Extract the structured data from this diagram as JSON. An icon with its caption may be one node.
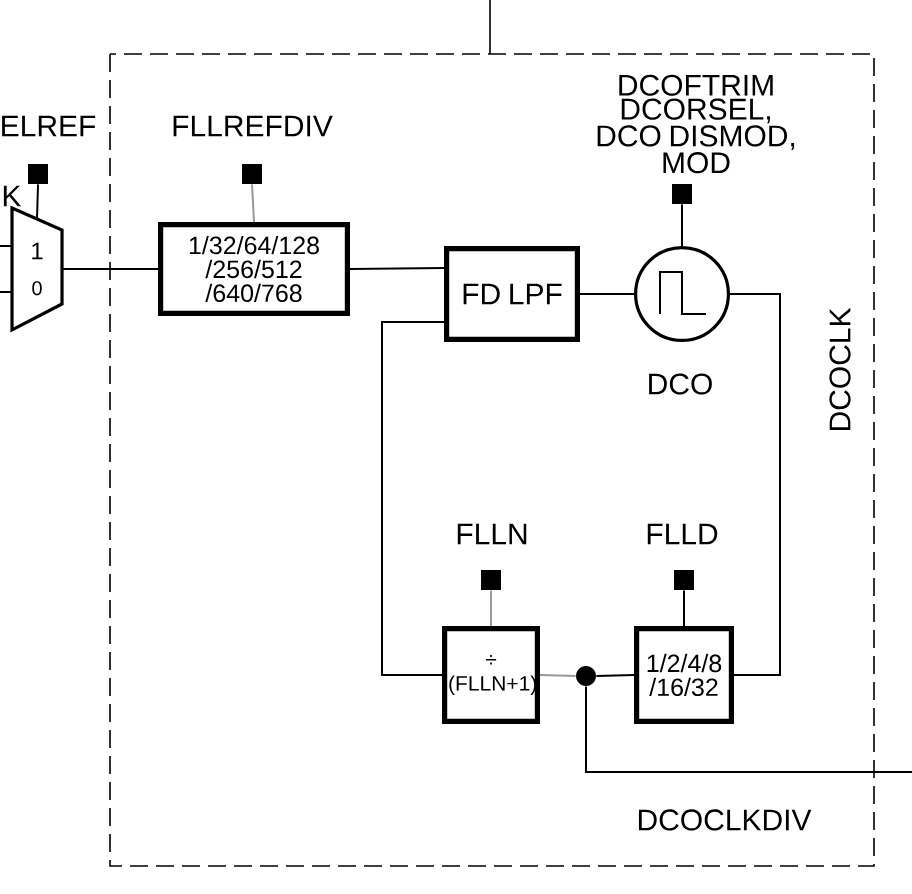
{
  "diagram": {
    "nodes": [
      {
        "text": [
          "1",
          "0"
        ]
      },
      {
        "text": [],
        "shape": "box",
        "beside": [
          "ELREF"
        ]
      },
      {
        "text": [
          "1/32/64/128 /256/512 /640/768"
        ]
      },
      {
        "text": [],
        "shape": "box",
        "beside": [
          "FLLREFDIV"
        ]
      },
      {
        "text": [
          "FD LPF"
        ]
      },
      {
        "text": [],
        "shape": "circle",
        "beside": [
          "DCO"
        ]
      },
      {
        "text": [],
        "shape": "box",
        "beside": [
          "DCOFTRIM DCORSEL, DCO DISMOD, MOD"
        ]
      },
      {
        "text": [
          "÷ (FLLN+1)"
        ]
      },
      {
        "text": [],
        "shape": "box",
        "beside": [
          "FLLN"
        ]
      },
      {
        "text": [
          "1/2/4/8 /16/32"
        ]
      },
      {
        "text": [],
        "shape": "box",
        "beside": [
          "FLLD"
        ]
      },
      {
        "text": [],
        "shape": "circle"
      }
    ],
    "edges": [
      {
        "from": null,
        "to": 0,
        "arrow": "none"
      },
      {
        "from": null,
        "to": 0,
        "arrow": "none"
      },
      {
        "from": 1,
        "to": 0,
        "arrow": "none"
      },
      {
        "from": 0,
        "to": 2,
        "arrow": "none"
      },
      {
        "from": 3,
        "to": 2,
        "arrow": "none",
        "color": "#999999"
      },
      {
        "from": 2,
        "to": 4,
        "arrow": "none"
      },
      {
        "from": 4,
        "to": 5,
        "arrow": "none"
      },
      {
        "from": 6,
        "to": 5,
        "arrow": "none"
      },
      {
        "from": 5,
        "to": 9,
        "arrow": "none"
      },
      {
        "from": 10,
        "to": 9,
        "arrow": "none"
      },
      {
        "from": 9,
        "to": 11,
        "arrow": "none"
      },
      {
        "from": 11,
        "to": 7,
        "arrow": "none",
        "color": "#999999"
      },
      {
        "from": 8,
        "to": 7,
        "arrow": "none",
        "color": "#999999"
      },
      {
        "from": 7,
        "to": 4,
        "arrow": "none"
      },
      {
        "from": 11,
        "to": null,
        "arrow": "none"
      }
    ],
    "labels": [
      "K",
      "DCOCLK",
      "DCOCLKDIV"
    ]
  }
}
